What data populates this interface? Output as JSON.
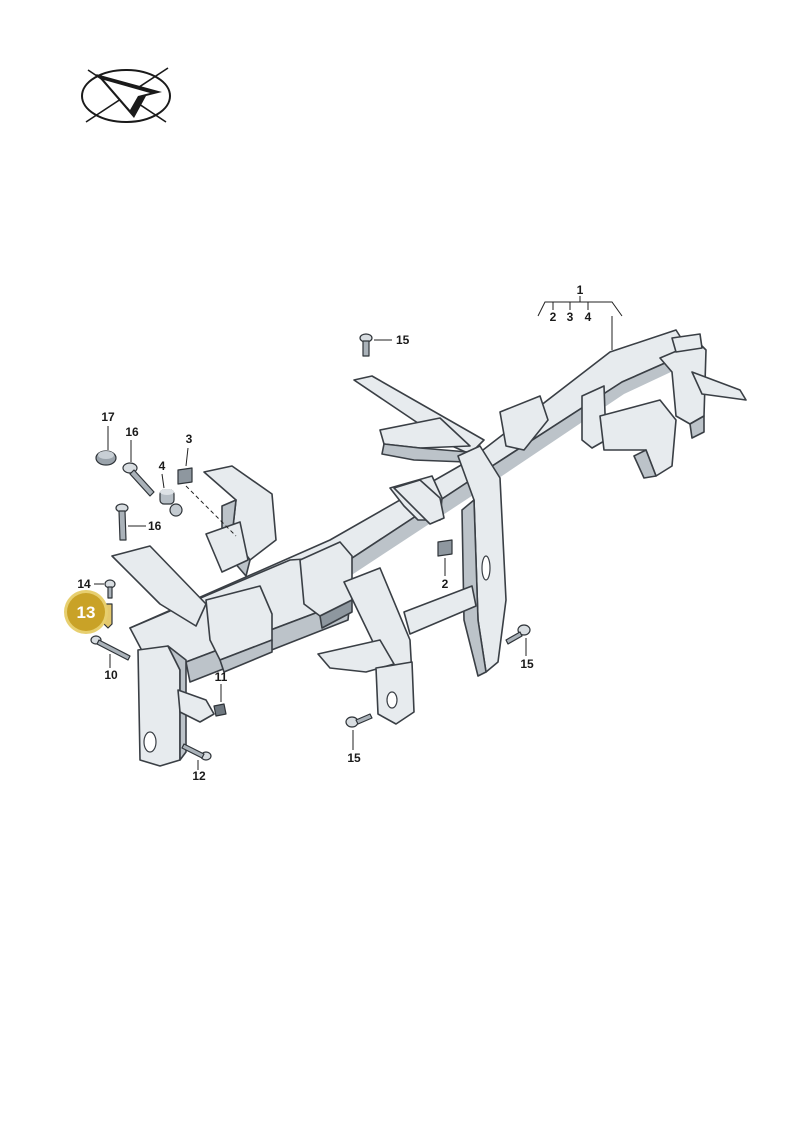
{
  "colors": {
    "highlight": "#c9a227",
    "highlight_ring": "#e7cf6f",
    "line": "#3a3f45",
    "metal_light": "#e7ebee",
    "metal_mid": "#bcc3c9",
    "metal_dark": "#8e979f"
  },
  "logo": {
    "icon": "paper-plane-logo-icon"
  },
  "highlighted_part": "13",
  "labels": {
    "l1": "1",
    "l2a": "2",
    "l3a": "3",
    "l4a": "4",
    "l15a": "15",
    "l17": "17",
    "l16a": "16",
    "l3b": "3",
    "l4b": "4",
    "l16b": "16",
    "l2b": "2",
    "l14": "14",
    "l13": "13",
    "l15b": "15",
    "l10": "10",
    "l11": "11",
    "l15c": "15",
    "l12": "12"
  }
}
